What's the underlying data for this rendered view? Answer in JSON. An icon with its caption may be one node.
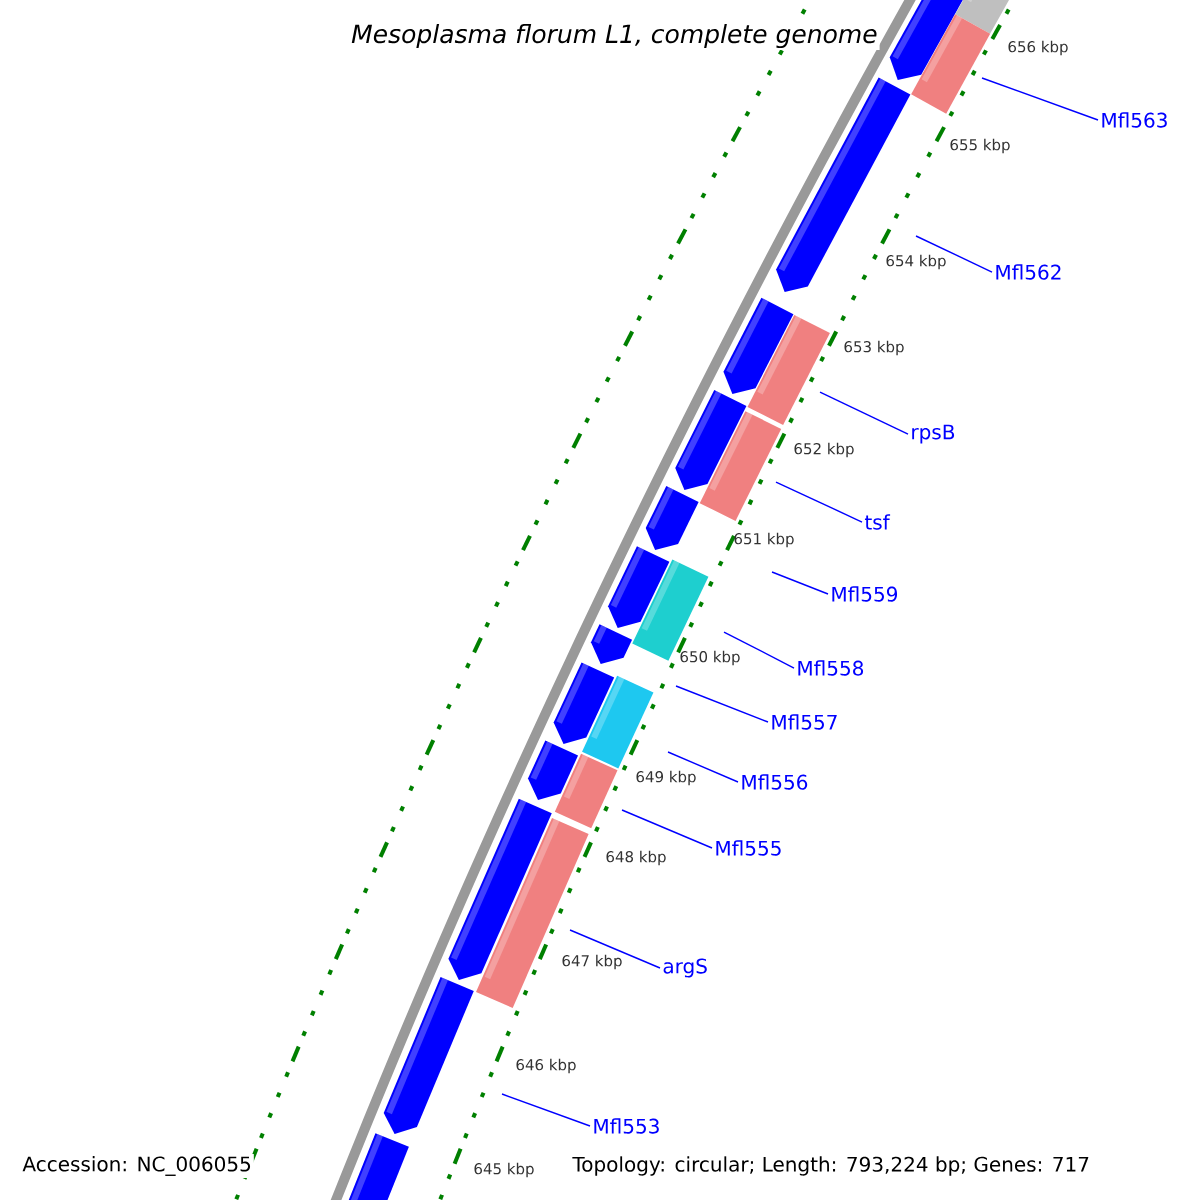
{
  "diagram": {
    "title": "Mesoplasma florum L1, complete genome",
    "nodes": [
      {
        "text": [
          "Mfl563"
        ]
      },
      {
        "text": [
          "Mfl562"
        ]
      },
      {
        "text": [
          "rpsB"
        ]
      },
      {
        "text": [
          "tsf"
        ]
      },
      {
        "text": [
          "Mfl559"
        ]
      },
      {
        "text": [
          "Mfl558"
        ]
      },
      {
        "text": [
          "Mfl557"
        ]
      },
      {
        "text": [
          "Mfl556"
        ]
      },
      {
        "text": [
          "Mfl555"
        ]
      },
      {
        "text": [
          "argS"
        ]
      },
      {
        "text": [
          "Mfl553"
        ]
      }
    ],
    "edges": [
      {
        "from": 0,
        "to": null,
        "arrow": "none"
      },
      {
        "from": 1,
        "to": null,
        "arrow": "none"
      },
      {
        "from": 2,
        "to": null,
        "arrow": "none"
      },
      {
        "from": 3,
        "to": null,
        "arrow": "none"
      },
      {
        "from": 4,
        "to": null,
        "arrow": "none"
      },
      {
        "from": 5,
        "to": null,
        "arrow": "none"
      },
      {
        "from": 6,
        "to": null,
        "arrow": "none"
      },
      {
        "from": 7,
        "to": null,
        "arrow": "none"
      },
      {
        "from": 8,
        "to": null,
        "arrow": "none"
      },
      {
        "from": 9,
        "to": null,
        "arrow": "none"
      },
      {
        "from": 10,
        "to": null,
        "arrow": "none"
      }
    ],
    "labels": [
      "656 kbp",
      "655 kbp",
      "654 kbp",
      "653 kbp",
      "652 kbp",
      "651 kbp",
      "650 kbp",
      "649 kbp",
      "648 kbp",
      "647 kbp",
      "646 kbp",
      "645 kbp",
      "Accession: NC_006055",
      "Topology: circular; Length: 793,224 bp; Genes: 717"
    ]
  }
}
